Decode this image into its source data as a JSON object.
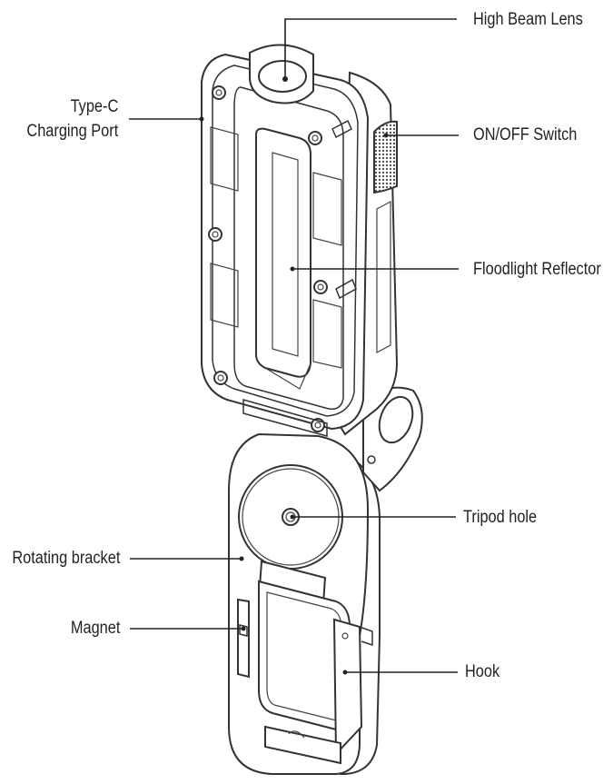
{
  "labels": {
    "high_beam_lens": "High Beam Lens",
    "type_c_line1": "Type-C",
    "type_c_line2": "Charging  Port",
    "on_off_switch": "ON/OFF Switch",
    "floodlight_reflector": "Floodlight Reflector",
    "tripod_hole": "Tripod hole",
    "rotating_bracket": "Rotating bracket",
    "magnet": "Magnet",
    "hook": "Hook"
  },
  "colors": {
    "line": "#222222",
    "outline": "#333333",
    "switch_texture": "#555555"
  }
}
